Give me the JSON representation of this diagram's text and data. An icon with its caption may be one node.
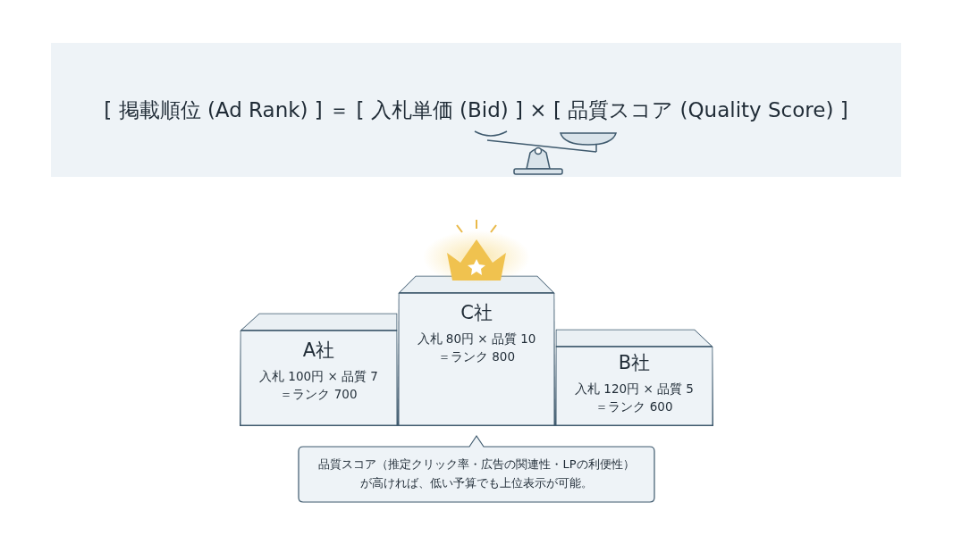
{
  "diagram": {
    "nodes": [
      {
        "text": [
          "[ 掲載順位 (Ad Rank) ] ＝ [ 入札単価 (Bid) ] × [ 品質スコア (Quality Score) ]"
        ]
      },
      {
        "text": [
          "A社",
          "入札 100円 × 品質 7",
          "＝ランク 700"
        ]
      },
      {
        "text": [
          "C社",
          "入札 80円 × 品質 10",
          "＝ランク 800"
        ]
      },
      {
        "text": [
          "B社",
          "入札 120円 × 品質 5",
          "＝ランク 600"
        ]
      },
      {
        "text": [
          "品質スコア（推定クリック率・広告の関連性・LPの利便性）が高ければ、低い予算でも上位表示が可能。"
        ]
      }
    ]
  }
}
